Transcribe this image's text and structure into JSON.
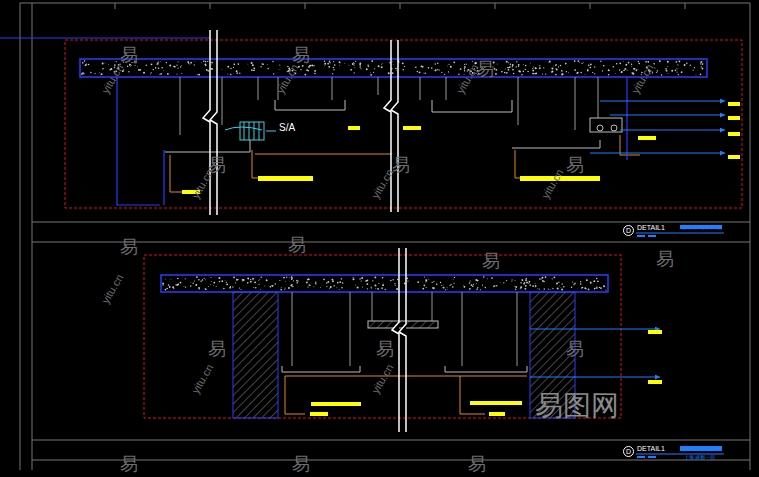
{
  "diagram": {
    "nodes": [
      {
        "text": [
          "D"
        ]
      },
      {
        "text": [
          "D"
        ]
      }
    ],
    "labels": [
      "S/A",
      "DETAIL1",
      "某餐厅网状大样图",
      "DETAIL1",
      "上海.成都一品",
      "易图网",
      "易",
      "易",
      "易",
      "易",
      "易",
      "易",
      "易",
      "易",
      "易",
      "易",
      "易",
      "易",
      "易",
      "易",
      "易",
      "易",
      "yitu.cn",
      "yitu.cn",
      "yitu.cn",
      "yitu.cn",
      "yitu.cn",
      "yitu.cn",
      "yitu.cn",
      "yitu.cn",
      "yitu.cn",
      "yitu.cn"
    ]
  }
}
